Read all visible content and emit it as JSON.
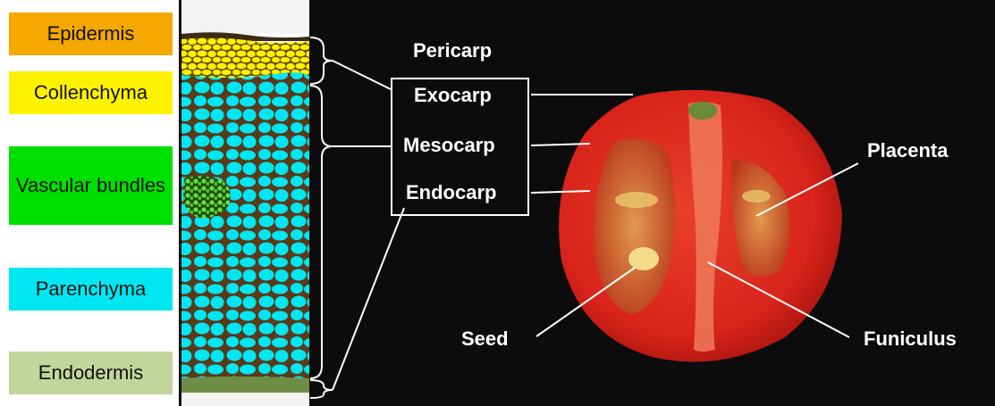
{
  "tissue_layers": [
    {
      "label": "Epidermis",
      "color": "#f5a800"
    },
    {
      "label": "Collenchyma",
      "color": "#fff200"
    },
    {
      "label": "Vascular bundles",
      "color": "#00e000"
    },
    {
      "label": "Parenchyma",
      "color": "#00e7f2"
    },
    {
      "label": "Endodermis",
      "color": "#c2d69b"
    }
  ],
  "fruit_terms": {
    "pericarp": "Pericarp",
    "exocarp": "Exocarp",
    "mesocarp": "Mesocarp",
    "endocarp": "Endocarp",
    "placenta": "Placenta",
    "seed": "Seed",
    "funiculus": "Funiculus"
  },
  "colors": {
    "photo_background": "#0c0c0c",
    "tomato_flesh": "#d8241b",
    "cell_outline": "#5a3a1a",
    "annotation": "#ffffff"
  }
}
